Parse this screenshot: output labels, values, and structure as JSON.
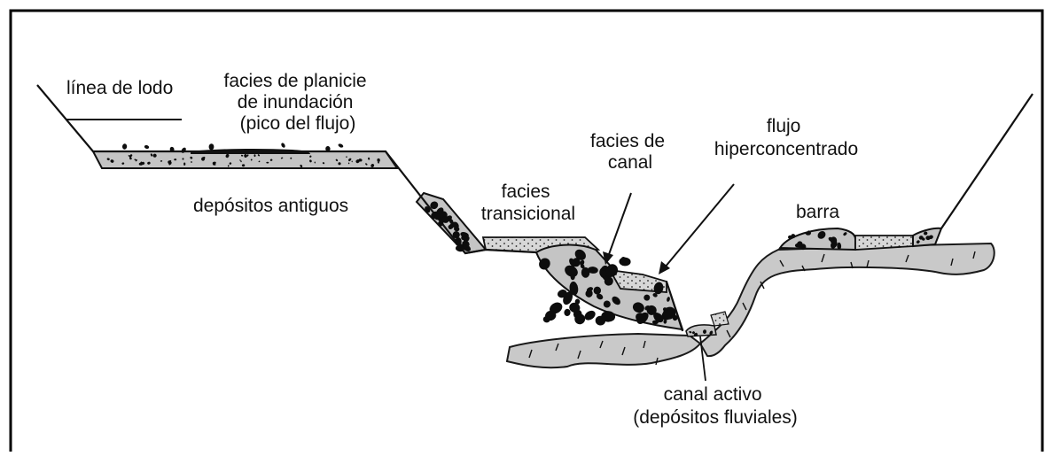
{
  "labels": {
    "mud_line": "línea de lodo",
    "floodplain_facies": [
      "facies de planicie",
      "de inundación",
      "(pico del flujo)"
    ],
    "old_deposits": "depósitos antiguos",
    "transitional_facies": [
      "facies",
      "transicional"
    ],
    "channel_facies": [
      "facies de",
      "canal"
    ],
    "hyperconcentrated_flow": [
      "flujo",
      "hiperconcentrado"
    ],
    "bar": "barra",
    "active_channel": [
      "canal activo",
      "(depósitos fluviales)"
    ]
  },
  "colors": {
    "frame": "#000000",
    "deposit_gray": "#c4c4c4",
    "fine_deposit": "#d7d7d7",
    "bedrock_gray": "#c9c9c9",
    "clast": "#0d0d0d"
  }
}
